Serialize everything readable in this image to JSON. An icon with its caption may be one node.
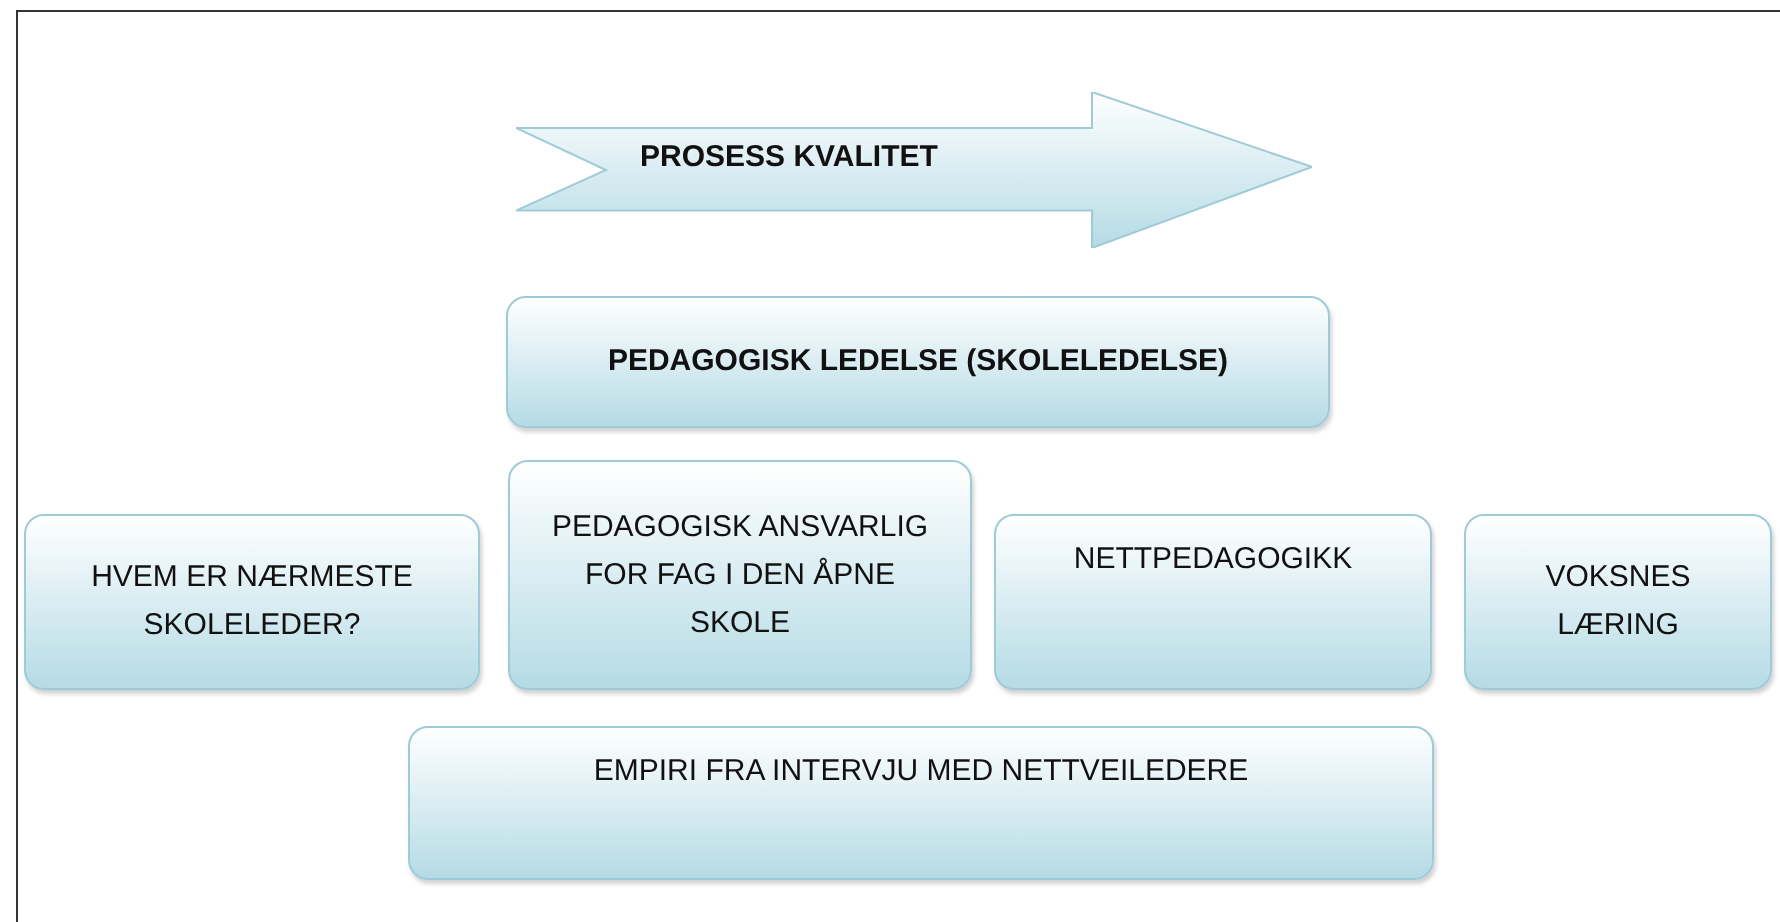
{
  "diagram": {
    "nodes": [
      {
        "text": [
          "PROSESS KVALITET"
        ]
      },
      {
        "text": [
          "PEDAGOGISK LEDELSE (SKOLELEDELSE)"
        ]
      },
      {
        "text": [
          "HVEM ER NÆRMESTE SKOLELEDER?"
        ]
      },
      {
        "text": [
          "PEDAGOGISK ANSVARLIG FOR FAG I DEN ÅPNE SKOLE"
        ]
      },
      {
        "text": [
          "NETTPEDAGOGIKK"
        ]
      },
      {
        "text": [
          "VOKSNES LÆRING"
        ]
      },
      {
        "text": [
          "EMPIRI FRA INTERVJU MED NETTVEILEDERE"
        ]
      }
    ]
  }
}
